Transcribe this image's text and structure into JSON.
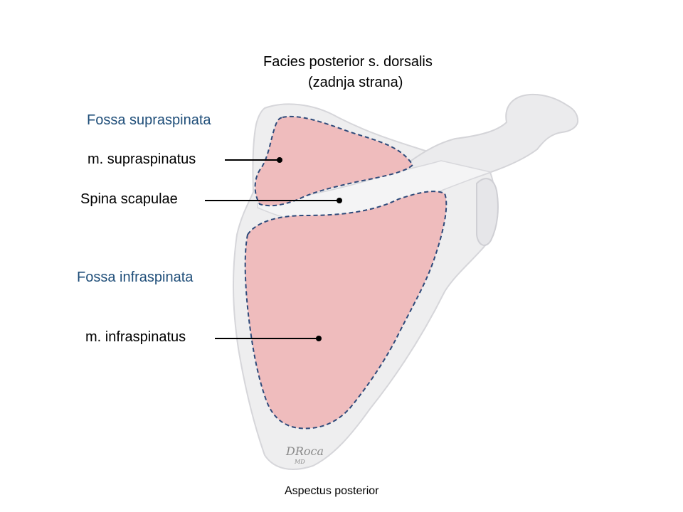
{
  "title": {
    "line1": "Facies posterior s. dorsalis",
    "line2": "(zadnja strana)"
  },
  "regions": {
    "supra": "Fossa supraspinata",
    "infra": "Fossa infraspinata"
  },
  "labels": {
    "supraspinatus": "m. supraspinatus",
    "spina": "Spina scapulae",
    "infraspinatus": "m. infraspinatus"
  },
  "caption": "Aspectus posterior",
  "signature": {
    "name": "DRoca",
    "suffix": "MD"
  },
  "colors": {
    "bone_fill": "#eeeeef",
    "bone_edge": "#d4d4d8",
    "muscle_fill": "#efbcbd",
    "dash_outline": "#2e4a7a",
    "region_text": "#1f4e79"
  }
}
